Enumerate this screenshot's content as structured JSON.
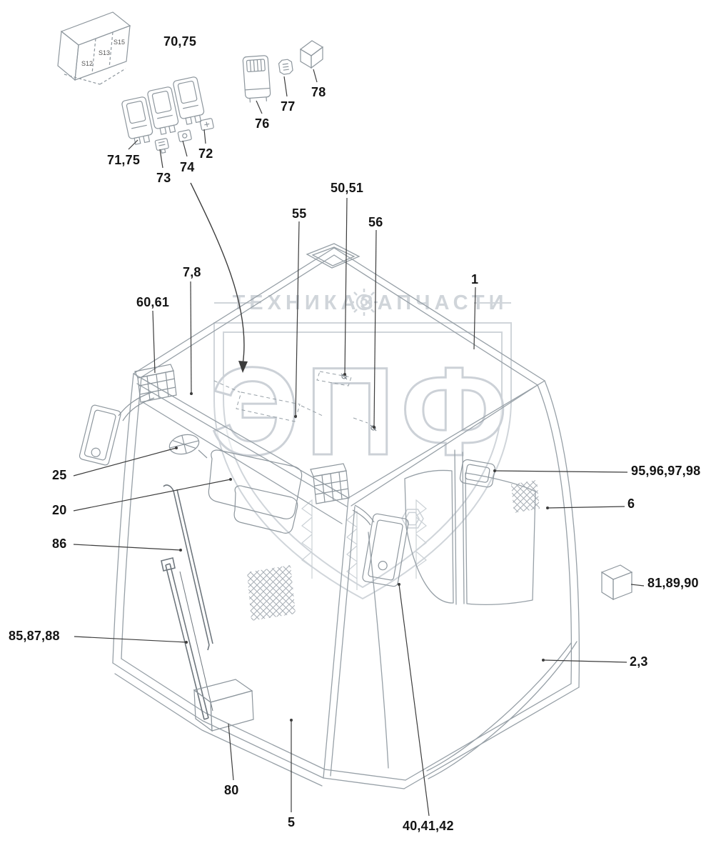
{
  "figure": {
    "type": "exploded-parts-diagram",
    "subject": "vehicle cab electrical equipment"
  },
  "watermark": {
    "shield_text": "ЭПФ",
    "banner_left": "ТЕХНИКА",
    "banner_right": "ЗАПЧАСТИ"
  },
  "switch_block": {
    "labels": [
      "S12",
      "S13",
      "S15"
    ]
  },
  "callouts": [
    {
      "id": "70-75",
      "text": "70,75"
    },
    {
      "id": "71-75",
      "text": "71,75"
    },
    {
      "id": "73",
      "text": "73"
    },
    {
      "id": "74",
      "text": "74"
    },
    {
      "id": "72",
      "text": "72"
    },
    {
      "id": "76",
      "text": "76"
    },
    {
      "id": "77",
      "text": "77"
    },
    {
      "id": "78",
      "text": "78"
    },
    {
      "id": "50-51",
      "text": "50,51"
    },
    {
      "id": "55",
      "text": "55"
    },
    {
      "id": "56",
      "text": "56"
    },
    {
      "id": "1",
      "text": "1"
    },
    {
      "id": "7-8",
      "text": "7,8"
    },
    {
      "id": "60-61",
      "text": "60,61"
    },
    {
      "id": "25",
      "text": "25"
    },
    {
      "id": "20",
      "text": "20"
    },
    {
      "id": "86",
      "text": "86"
    },
    {
      "id": "85-87-88",
      "text": "85,87,88"
    },
    {
      "id": "80",
      "text": "80"
    },
    {
      "id": "5",
      "text": "5"
    },
    {
      "id": "40-41-42",
      "text": "40,41,42"
    },
    {
      "id": "95-96-97-98",
      "text": "95,96,97,98"
    },
    {
      "id": "6",
      "text": "6"
    },
    {
      "id": "81-89-90",
      "text": "81,89,90"
    },
    {
      "id": "2-3",
      "text": "2,3"
    }
  ]
}
